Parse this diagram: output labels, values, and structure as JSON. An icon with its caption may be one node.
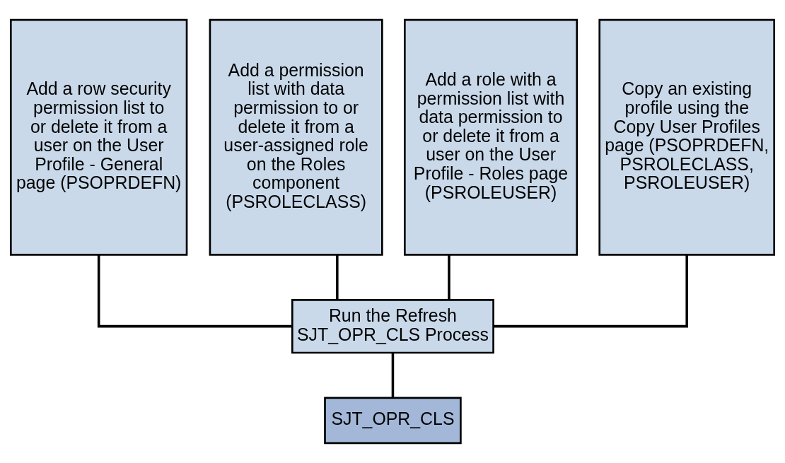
{
  "diagram": {
    "nodes": [
      {
        "text": [
          "Add a row security permission list to or delete it from a user on the User Profile - General page (PSOPRDEFN)"
        ]
      },
      {
        "text": [
          "Add a permission list with data permission to or delete it from a user-assigned role on the Roles component (PSROLECLASS)"
        ]
      },
      {
        "text": [
          "Add a role with a permission list with data permission to or delete it from a user on the User Profile - Roles page (PSROLEUSER)"
        ]
      },
      {
        "text": [
          "Copy an existing profile using the Copy User Profiles page (PSOPRDEFN, PSROLECLASS, PSROLEUSER)"
        ]
      },
      {
        "text": [
          "Run the Refresh SJT_OPR_CLS Process"
        ]
      },
      {
        "text": [
          "SJT_OPR_CLS"
        ]
      }
    ],
    "edges": [
      {
        "from": 0,
        "to": 4,
        "arrow": "none"
      },
      {
        "from": 1,
        "to": 4,
        "arrow": "none"
      },
      {
        "from": 2,
        "to": 4,
        "arrow": "none"
      },
      {
        "from": 3,
        "to": 4,
        "arrow": "none"
      },
      {
        "from": 4,
        "to": 5,
        "arrow": "none"
      }
    ]
  }
}
